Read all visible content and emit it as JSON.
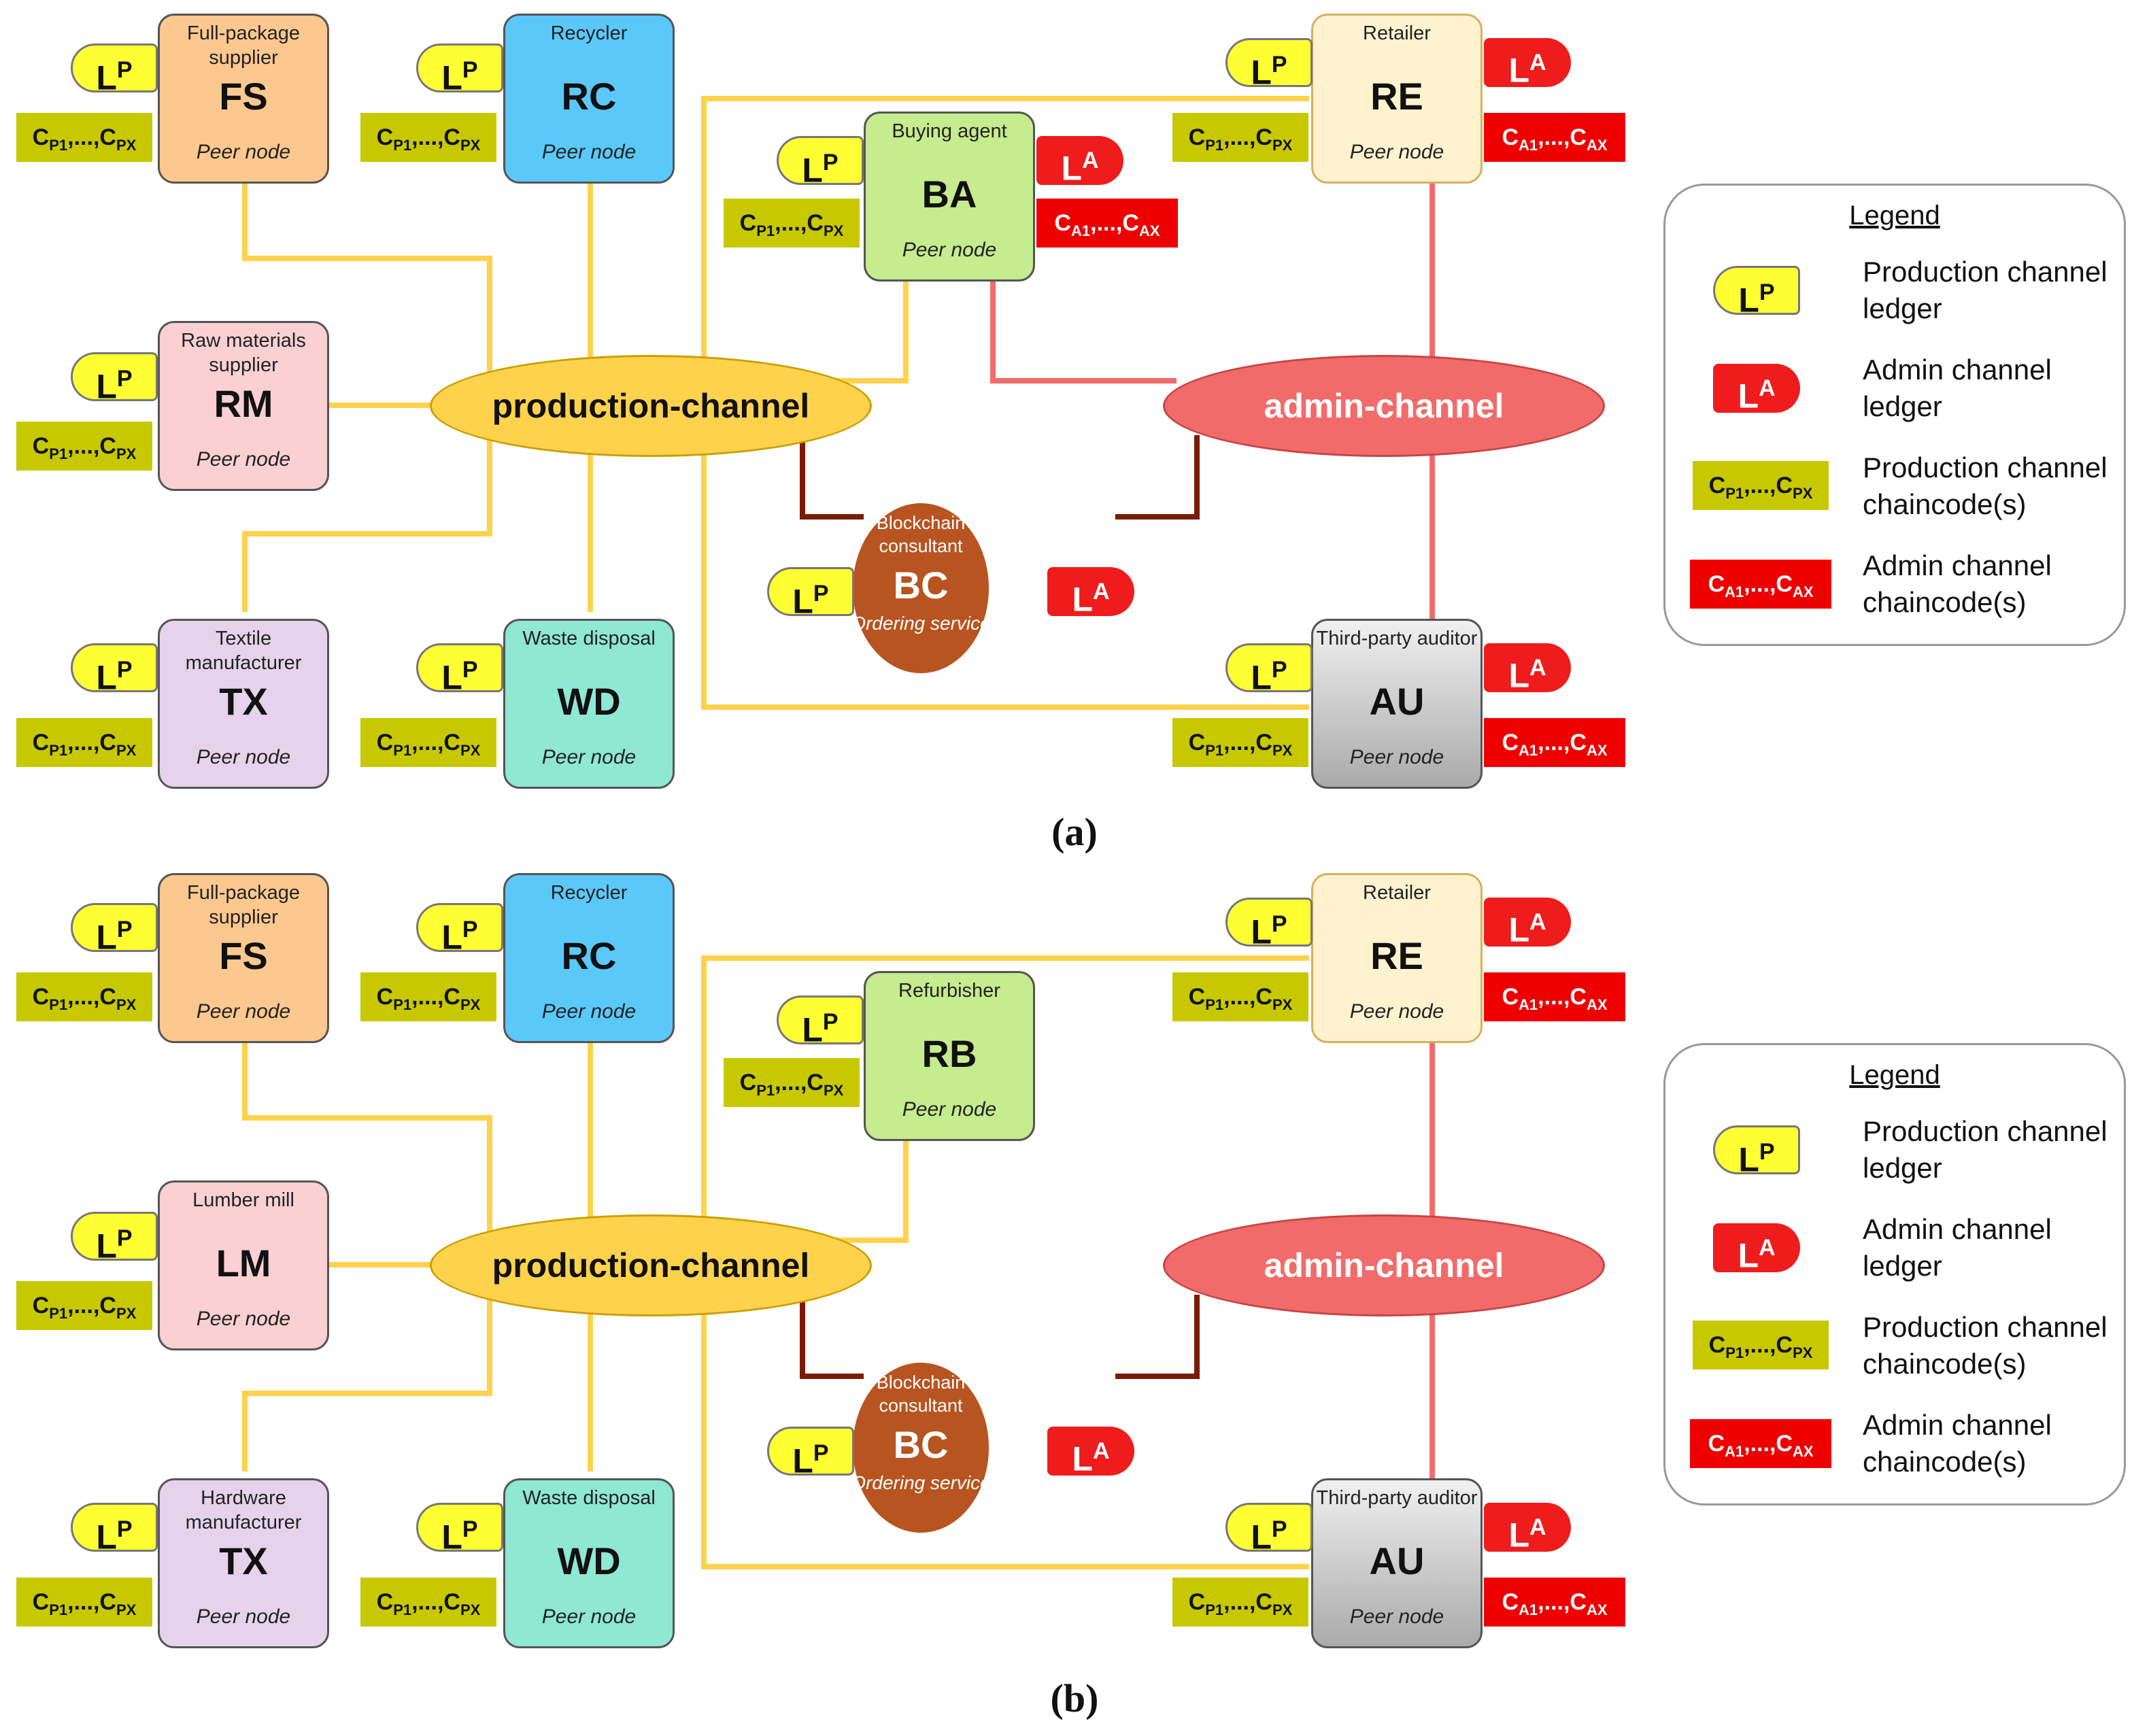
{
  "panels": [
    {
      "caption": "(a)",
      "nodes": {
        "fs": {
          "role": "Full-package supplier",
          "abbr": "FS",
          "kind": "Peer node"
        },
        "rc": {
          "role": "Recycler",
          "abbr": "RC",
          "kind": "Peer node"
        },
        "rm": {
          "role": "Raw materials supplier",
          "abbr": "RM",
          "kind": "Peer node"
        },
        "tx": {
          "role": "Textile manufacturer",
          "abbr": "TX",
          "kind": "Peer node"
        },
        "wd": {
          "role": "Waste disposal",
          "abbr": "WD",
          "kind": "Peer node"
        },
        "mid": {
          "role": "Buying agent",
          "abbr": "BA",
          "kind": "Peer node"
        },
        "re": {
          "role": "Retailer",
          "abbr": "RE",
          "kind": "Peer node"
        },
        "au": {
          "role": "Third-party auditor",
          "abbr": "AU",
          "kind": "Peer node"
        },
        "bc": {
          "role": "Blockchain consultant",
          "abbr": "BC",
          "kind": "Ordering service"
        }
      },
      "channels": {
        "production": "production-channel",
        "admin": "admin-channel"
      }
    },
    {
      "caption": "(b)",
      "nodes": {
        "fs": {
          "role": "Full-package supplier",
          "abbr": "FS",
          "kind": "Peer node"
        },
        "rc": {
          "role": "Recycler",
          "abbr": "RC",
          "kind": "Peer node"
        },
        "rm": {
          "role": "Lumber mill",
          "abbr": "LM",
          "kind": "Peer node"
        },
        "tx": {
          "role": "Hardware manufacturer",
          "abbr": "TX",
          "kind": "Peer node"
        },
        "wd": {
          "role": "Waste disposal",
          "abbr": "WD",
          "kind": "Peer node"
        },
        "mid": {
          "role": "Refurbisher",
          "abbr": "RB",
          "kind": "Peer node"
        },
        "re": {
          "role": "Retailer",
          "abbr": "RE",
          "kind": "Peer node"
        },
        "au": {
          "role": "Third-party auditor",
          "abbr": "AU",
          "kind": "Peer node"
        },
        "bc": {
          "role": "Blockchain consultant",
          "abbr": "BC",
          "kind": "Ordering service"
        }
      },
      "channels": {
        "production": "production-channel",
        "admin": "admin-channel"
      }
    }
  ],
  "ledgers": {
    "production": {
      "letter": "L",
      "sup": "P"
    },
    "admin": {
      "letter": "L",
      "sup": "A"
    }
  },
  "chaincodes": {
    "production": {
      "c1": "C",
      "s1": "P1",
      "mid": ",...,",
      "c2": "C",
      "s2": "PX"
    },
    "admin": {
      "c1": "C",
      "s1": "A1",
      "mid": ",...,",
      "c2": "C",
      "s2": "AX"
    }
  },
  "legend": {
    "title": "Legend",
    "items": [
      {
        "label": "Production channel ledger"
      },
      {
        "label": "Admin channel ledger"
      },
      {
        "label": "Production channel chaincode(s)"
      },
      {
        "label": "Admin channel chaincode(s)"
      }
    ]
  },
  "colors": {
    "fs": "#fcc88f",
    "rc": "#5bc8fa",
    "rm": "#fad0d3",
    "tx": "#e5d3ec",
    "wd": "#8ee8d2",
    "mid": "#c5ec8e",
    "re": "#fff2cf",
    "au_top": "#f0f0f0",
    "au_bottom": "#aaaaaa",
    "production_wire": "#ffd24d",
    "admin_wire": "#f26b6b",
    "orderer_wire": "#7a1c00"
  }
}
